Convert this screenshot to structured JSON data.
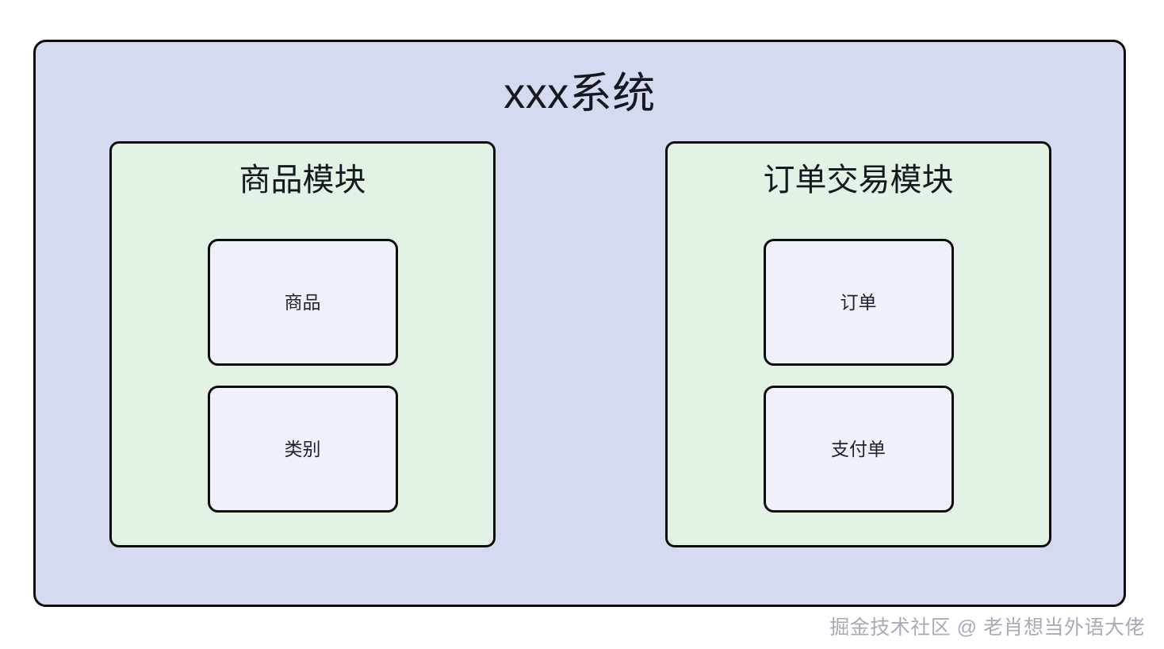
{
  "diagram": {
    "type": "nested-architecture-block-diagram",
    "system": {
      "title": "xxx系统",
      "fill_color": "#d5daf0",
      "border_color": "#0d0d0d",
      "modules": [
        {
          "title": "商品模块",
          "fill_color": "#e2f2e4",
          "border_color": "#0d0d0d",
          "entities": [
            {
              "label": "商品",
              "fill_color": "#eef1fa"
            },
            {
              "label": "类别",
              "fill_color": "#eef1fa"
            }
          ]
        },
        {
          "title": "订单交易模块",
          "fill_color": "#e2f2e4",
          "border_color": "#0d0d0d",
          "entities": [
            {
              "label": "订单",
              "fill_color": "#eef1fa"
            },
            {
              "label": "支付单",
              "fill_color": "#eef1fa"
            }
          ]
        }
      ]
    },
    "watermark": {
      "text": "掘金技术社区 @ 老肖想当外语大佬",
      "color": "#9b9bab"
    },
    "background_color": "#ffffff"
  }
}
